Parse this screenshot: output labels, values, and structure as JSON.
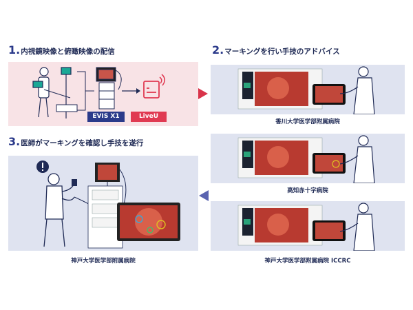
{
  "step1": {
    "number": "1.",
    "title": "内視鏡映像と俯瞰映像の配信",
    "equipment_label": "EVIS X1",
    "device_label": "LiveU"
  },
  "step2": {
    "number": "2.",
    "title": "マーキングを行い手技のアドバイス"
  },
  "step3": {
    "number": "3.",
    "title": "医師がマーキングを確認し手技を遂行",
    "caption": "神戸大学医学部附属病院"
  },
  "hospitals": [
    {
      "caption": "香川大学医学部附属病院"
    },
    {
      "caption": "高知赤十字病院"
    },
    {
      "caption": "神戸大学医学部附属病院 ICCRC"
    }
  ],
  "colors": {
    "panel_pink": "#f8e3e6",
    "panel_blue": "#dfe3f0",
    "navy": "#2b3a8a",
    "arrow_red": "#d9344a",
    "arrow_blue": "#5a63b0",
    "liveu_red": "#e03a52"
  },
  "icons": [
    "exclamation-icon",
    "signal-icon",
    "camera-icon"
  ]
}
